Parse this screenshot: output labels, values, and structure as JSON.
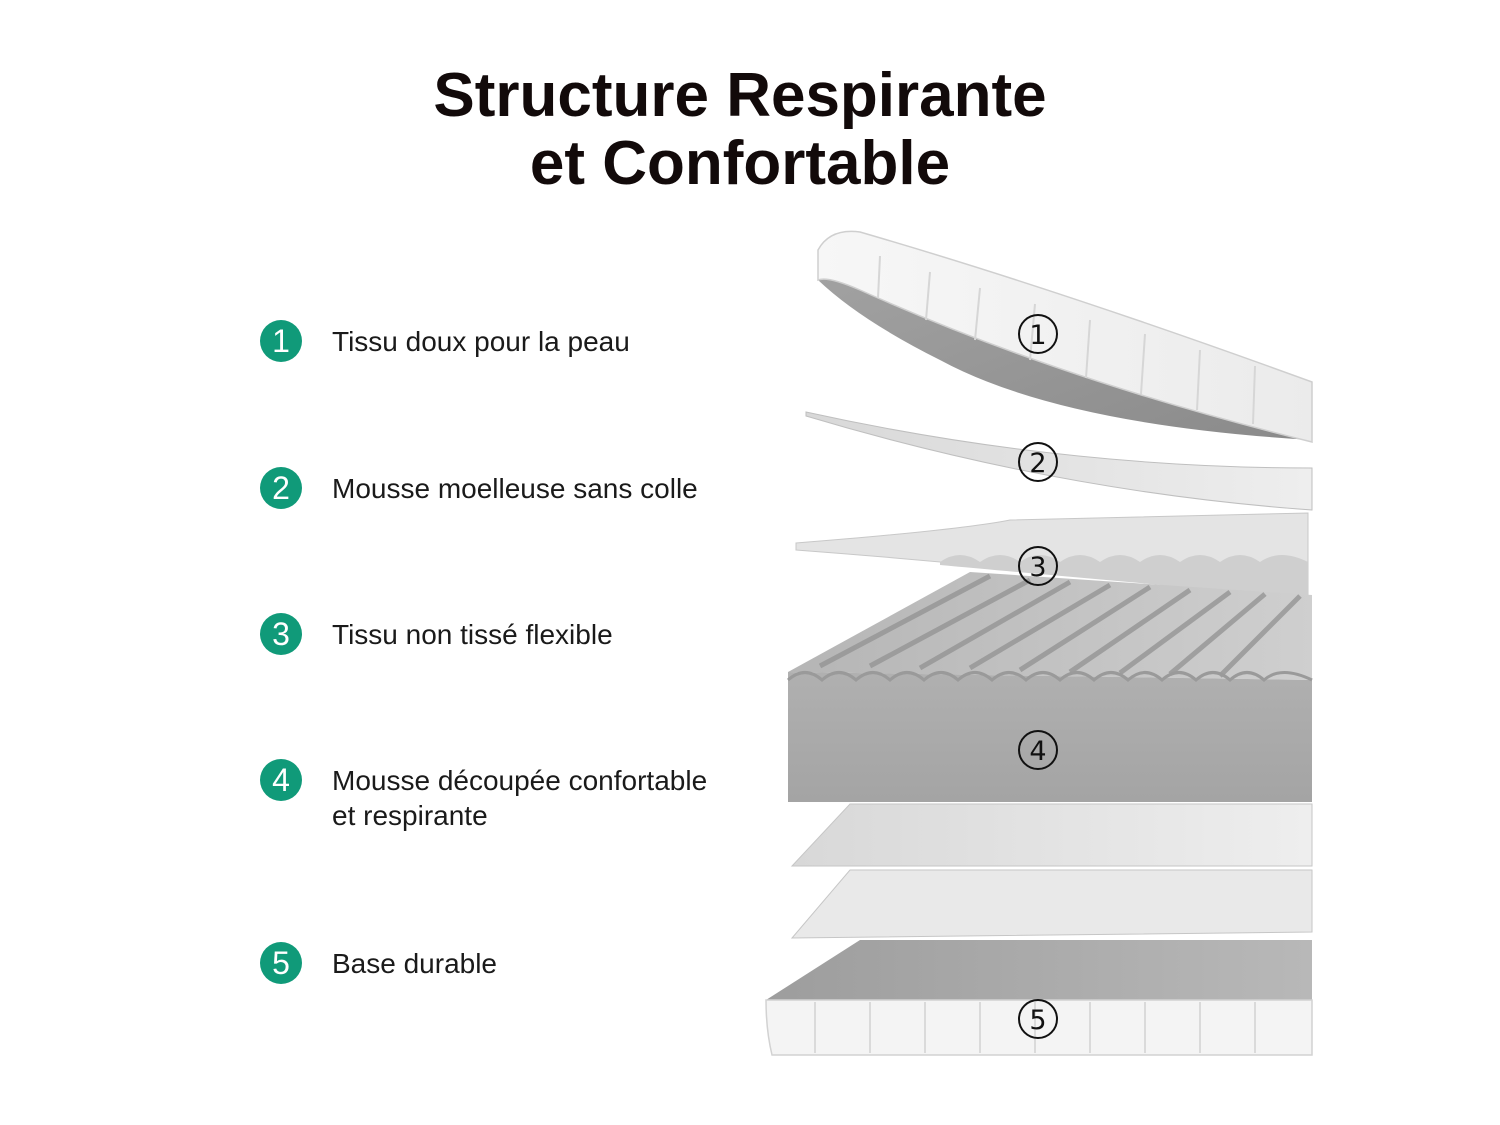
{
  "title": {
    "line1": "Structure Respirante",
    "line2": "et Confortable"
  },
  "colors": {
    "badge": "#109a79",
    "title": "#120a0a",
    "fabric": "#f2f2f2",
    "foam": "#a9a9a9"
  },
  "layers": [
    {
      "number": "1",
      "lines": [
        "Tissu doux pour la peau"
      ]
    },
    {
      "number": "2",
      "lines": [
        "Mousse moelleuse sans colle"
      ]
    },
    {
      "number": "3",
      "lines": [
        "Tissu non tissé flexible"
      ]
    },
    {
      "number": "4",
      "lines": [
        "Mousse découpée confortable",
        "et respirante"
      ]
    },
    {
      "number": "5",
      "lines": [
        "Base durable"
      ]
    }
  ],
  "diagram_markers": [
    "1",
    "2",
    "3",
    "4",
    "5"
  ]
}
